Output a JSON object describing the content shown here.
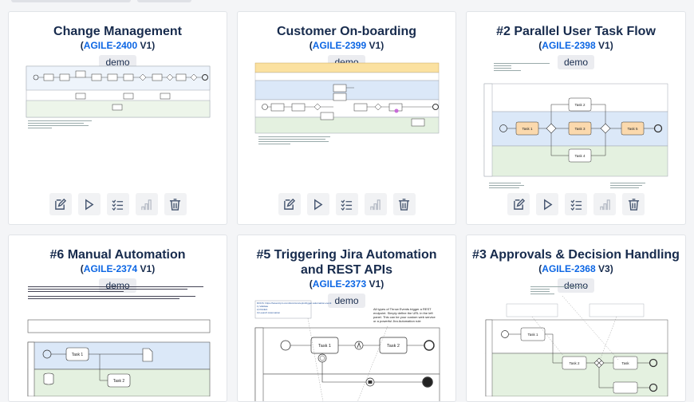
{
  "cards": [
    {
      "title": "Change Management",
      "key": "AGILE-2400",
      "version": "V1",
      "tag": "demo"
    },
    {
      "title": "Customer On-boarding",
      "key": "AGILE-2399",
      "version": "V1",
      "tag": "demo"
    },
    {
      "title": "#2 Parallel User Task Flow",
      "key": "AGILE-2398",
      "version": "V1",
      "tag": "demo"
    },
    {
      "title": "#6 Manual Automation",
      "key": "AGILE-2374",
      "version": "V1",
      "tag": "demo"
    },
    {
      "title": "#5 Triggering Jira Automation and REST APIs",
      "key": "AGILE-2373",
      "version": "V1",
      "tag": "demo"
    },
    {
      "title": "#3 Approvals & Decision Handling",
      "key": "AGILE-2368",
      "version": "V3",
      "tag": "demo"
    }
  ],
  "diagram_text": {
    "parallel_task_2": "Task 2",
    "parallel_task_1": "Task 1",
    "parallel_task_3": "Task 3",
    "parallel_task_5": "Task 5",
    "parallel_task_4": "Task 4",
    "manual_task_1": "Task 1",
    "manual_task_2": "Task 2",
    "rest_task_1": "Task 1",
    "rest_task_2": "Task 2",
    "rest_docs": "DOCS: https://tweet-bpm.com/docs/concepts/trigger-automation-event\n1) Validate\n2) Publish\n3) Launch Automation",
    "rest_note": "All types of Throw Events trigger a REST endpoint. Simply define the URL in the left panel. This can be your custom web service or a powerful Jira Automation rule",
    "approvals_task": "Task"
  },
  "colors": {
    "accent": "#0c66e4",
    "lane_blue": "#dbe8f8",
    "lane_green": "#e4f1e0",
    "task_orange": "#fbd9ad"
  }
}
